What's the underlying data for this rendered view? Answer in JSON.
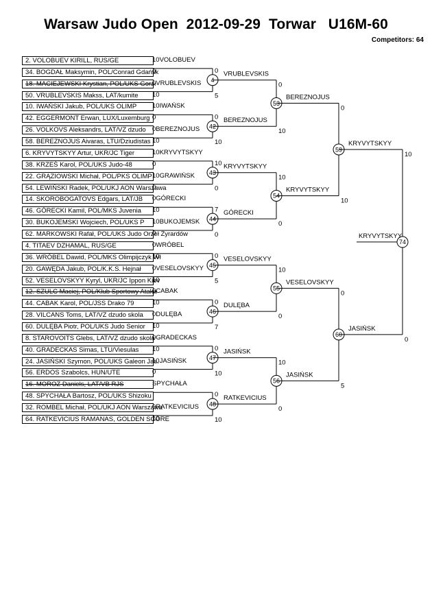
{
  "header": {
    "title": "Warsaw Judo Open  2012-09-29  Torwar   U16M-60",
    "competitors": "Competitors: 64"
  },
  "entries": [
    {
      "name": "2. VOLOBUEV KIRILL, RUS/GE",
      "side": "10VOLOBUEV",
      "struck": false
    },
    {
      "name": "34. BOGDAŁ  Maksymin, POL/Conrad Gdańsk",
      "side": "0",
      "struck": false
    },
    {
      "name": "18. MACIEJEWSKI Krystian, POL/UKS Gorz.",
      "side": "0VRUBLEVSKIS",
      "struck": true
    },
    {
      "name": "50. VRUBLEVSKIS Makss, LAT/kumite",
      "side": "10",
      "struck": false
    },
    {
      "name": "10. IWAŃSKI Jakub, POL/UKS OLIMP",
      "side": "10IWAŃSK",
      "struck": false
    },
    {
      "name": "42. EGGERMONT Erwan, LUX/Luxemburg",
      "side": "0",
      "struck": false
    },
    {
      "name": "26. VOLKOVS Aleksandrs, LAT/VZ dzudo",
      "side": "0BEREZNOJUS",
      "struck": false
    },
    {
      "name": "58. BEREZNOJUS Aivaras, LTU/Dziudistas",
      "side": "10",
      "struck": false
    },
    {
      "name": "6. KRYVYTSKYY Artur, UKR/JC Tiger",
      "side": "10KRYVYTSKYY",
      "struck": false
    },
    {
      "name": "38. KRZEŚ Karol, POL/UKS Judo-48",
      "side": "0",
      "struck": false
    },
    {
      "name": "22. GRĄZIOWSKI Michał, POL/PKS OLIMP",
      "side": "10GRAWIŃSK",
      "struck": false
    },
    {
      "name": "54. LEWIŃSKI Radek, POL/UKJ AON Warszawa",
      "side": "0",
      "struck": false
    },
    {
      "name": "14. SKOROBOGATOVS Edgars, LAT/JB",
      "side": "0GÓRECKI",
      "struck": false
    },
    {
      "name": "46. GÓRECKI  Kamil, POL/MKS Juvenia",
      "side": "10",
      "struck": false
    },
    {
      "name": "30. BUKOJEMSKI Wojciech, POL/UKS P",
      "side": "10BUKOJEMSK",
      "struck": false
    },
    {
      "name": "62. MARKOWSKI Rafał, POL/UKS Judo Orzeł Żyrardów",
      "side": "0",
      "struck": false
    },
    {
      "name": "4. TITAEV DZHAMAL, RUS/GE",
      "side": "0WRÓBEL",
      "struck": false
    },
    {
      "name": "36. WRÓBEL Dawid, POL/MKS Olimpijczyk Wł",
      "side": "10",
      "struck": false
    },
    {
      "name": "20. GAWĘDA Jakub, POL/K.K.S. Hejnał",
      "side": "0VESELOVSKYY",
      "struck": false
    },
    {
      "name": "52. VESELOVSKYY Kyryl, UKR/JC Ippon Kiev",
      "side": "10",
      "struck": false
    },
    {
      "name": "12. SZULC Maciej, POL/Klub Sportowy Ataka",
      "side": "0CABAK",
      "struck": true
    },
    {
      "name": "44. CABAK Karol, POL/JSS Drako 79",
      "side": "10",
      "struck": false
    },
    {
      "name": "28. VILCANS Toms, LAT/VZ dzudo skola",
      "side": "0DULĘBA",
      "struck": false
    },
    {
      "name": "60. DULĘBA  Piotr, POL/UKS Judo Senior",
      "side": "10",
      "struck": false
    },
    {
      "name": "8. STAROVOITS Glebs, LAT/VZ dzudo skola",
      "side": "0GRADECKAS",
      "struck": false
    },
    {
      "name": "40. GRADECKAS Simas, LTU/Viesulas",
      "side": "10",
      "struck": false
    },
    {
      "name": "24. JASIŃSKI Szymon, POL/UKS Galeon Jas.",
      "side": "10JASIŃSK",
      "struck": false
    },
    {
      "name": "56. ERDOS  Szabolcs, HUN/UTE",
      "side": "0",
      "struck": false
    },
    {
      "name": "16. MOROZ Daniels, LAT/VB RJS",
      "side": "SPYCHAŁA",
      "struck": true
    },
    {
      "name": "48. SPYCHAŁA  Bartosz, POL/UKS Shizoku",
      "side": "",
      "struck": false
    },
    {
      "name": "32. ROMBEL Michał, POL/UKJ AON Warszawa",
      "side": "0RATKEVICIUS",
      "struck": false
    },
    {
      "name": "64. RATKEVICIUS RAMANAS, GOLDEN SCORE",
      "side": "10",
      "struck": false
    }
  ],
  "round2": [
    {
      "match": "4",
      "winner": "VRUBLEVSKIS",
      "s1": "0",
      "s2": "5"
    },
    {
      "match": "42",
      "winner": "BEREZNOJUS",
      "s1": "0",
      "s2": "10"
    },
    {
      "match": "43",
      "winner": "KRYVYTSKYY",
      "s1": "10",
      "s2": "0"
    },
    {
      "match": "44",
      "winner": "GÓRECKI",
      "s1": "7",
      "s2": "0"
    },
    {
      "match": "45",
      "winner": "VESELOVSKYY",
      "s1": "0",
      "s2": "5"
    },
    {
      "match": "46",
      "winner": "DULĘBA",
      "s1": "0",
      "s2": "7"
    },
    {
      "match": "47",
      "winner": "JASIŃSK",
      "s1": "0",
      "s2": "10"
    },
    {
      "match": "48",
      "winner": "RATKEVICIUS",
      "s1": "0",
      "s2": "10"
    }
  ],
  "round3": [
    {
      "match": "53",
      "winner": "BEREZNOJUS",
      "s1": "0",
      "s2": "10"
    },
    {
      "match": "54",
      "winner": "KRYVYTSKYY",
      "s1": "10",
      "s2": "0"
    },
    {
      "match": "55",
      "winner": "VESELOVSKYY",
      "s1": "10",
      "s2": "0"
    },
    {
      "match": "56",
      "winner": "JASIŃSK",
      "s1": "10",
      "s2": "0"
    }
  ],
  "round4": [
    {
      "match": "59",
      "winner": "KRYVYTSKYY",
      "s1": "0",
      "s2": "10"
    },
    {
      "match": "60",
      "winner": "JASIŃSK",
      "s1": "0",
      "s2": "5"
    }
  ],
  "final": {
    "match": "74",
    "winner": "KRYVYTSKYY",
    "s1": "10",
    "s2": "0"
  }
}
